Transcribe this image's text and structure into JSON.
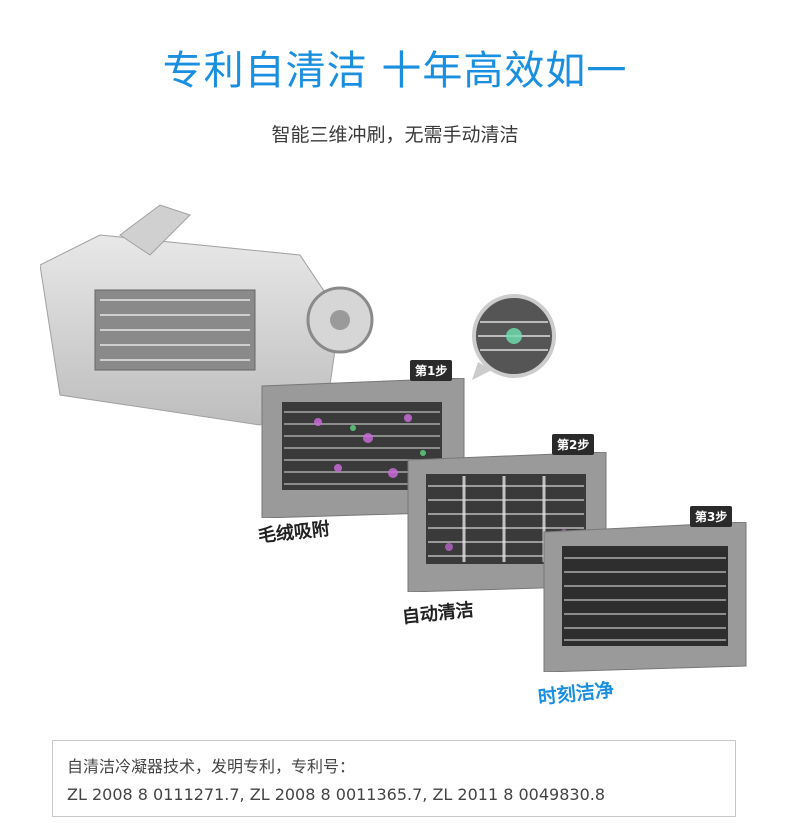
{
  "header": {
    "title": "专利自清洁 十年高效如一",
    "subtitle": "智能三维冲刷，无需手动清洁"
  },
  "steps": [
    {
      "badge": "第1步",
      "label": "毛绒吸附"
    },
    {
      "badge": "第2步",
      "label": "自动清洁"
    },
    {
      "badge": "第3步",
      "label": "时刻洁净"
    }
  ],
  "patent": {
    "line1": "自清洁冷凝器技术，发明专利，专利号：",
    "line2": "ZL 2008 8 0111271.7, ZL 2008 8 0011365.7, ZL 2011 8 0049830.8"
  },
  "colors": {
    "accent": "#1a8fe0",
    "text": "#222222",
    "frame": "#9a9a9a"
  }
}
